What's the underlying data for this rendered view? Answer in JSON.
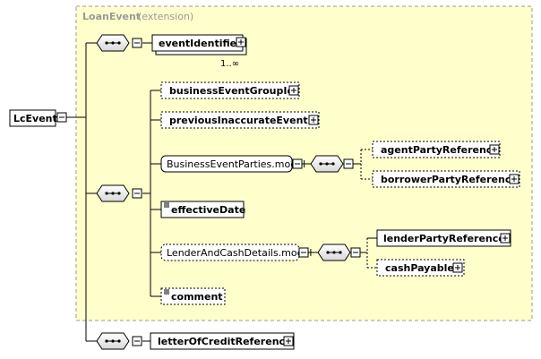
{
  "extension_group": {
    "title": "LoanEvent",
    "qualifier": "(extension)"
  },
  "root": {
    "label": "LcEvent"
  },
  "elements": {
    "event_identifier": {
      "label": "eventIdentifier",
      "cardinality": "1..∞"
    },
    "business_event_group_id": {
      "label": "businessEventGroupId"
    },
    "previous_inaccurate_event_id": {
      "label": "previousInaccurateEventId"
    },
    "business_event_parties": {
      "label": "BusinessEventParties.model"
    },
    "agent_party_reference": {
      "label": "agentPartyReference"
    },
    "borrower_party_reference": {
      "label": "borrowerPartyReference"
    },
    "effective_date": {
      "label": "effectiveDate"
    },
    "lender_and_cash_details": {
      "label": "LenderAndCashDetails.model"
    },
    "lender_party_reference": {
      "label": "lenderPartyReference"
    },
    "cash_payable": {
      "label": "cashPayable"
    },
    "comment": {
      "label": "comment"
    },
    "letter_of_credit_reference": {
      "label": "letterOfCreditReference"
    }
  },
  "colors": {
    "extension_fill": "#FFFFCC",
    "extension_border": "#999999",
    "box_fill": "#FFFFFF",
    "line": "#000000"
  }
}
